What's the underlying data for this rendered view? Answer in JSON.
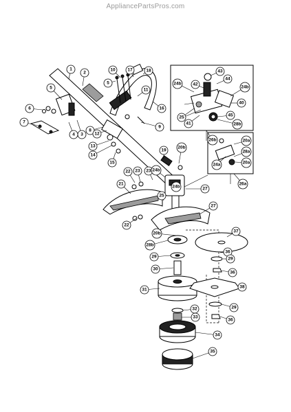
{
  "watermark": "AppliancePartsPros.com",
  "callouts": [
    {
      "label": "1"
    },
    {
      "label": "2"
    },
    {
      "label": "3"
    },
    {
      "label": "4"
    },
    {
      "label": "5"
    },
    {
      "label": "5"
    },
    {
      "label": "6"
    },
    {
      "label": "7"
    },
    {
      "label": "8"
    },
    {
      "label": "9"
    },
    {
      "label": "10"
    },
    {
      "label": "11"
    },
    {
      "label": "12"
    },
    {
      "label": "13"
    },
    {
      "label": "14"
    },
    {
      "label": "15"
    },
    {
      "label": "16"
    },
    {
      "label": "17"
    },
    {
      "label": "18"
    },
    {
      "label": "19"
    },
    {
      "label": "20b"
    },
    {
      "label": "21"
    },
    {
      "label": "22"
    },
    {
      "label": "22"
    },
    {
      "label": "23"
    },
    {
      "label": "24b"
    },
    {
      "label": "25"
    },
    {
      "label": "27"
    },
    {
      "label": "27"
    },
    {
      "label": "28b"
    },
    {
      "label": "20b"
    },
    {
      "label": "29"
    },
    {
      "label": "30"
    },
    {
      "label": "31"
    },
    {
      "label": "32"
    },
    {
      "label": "33"
    },
    {
      "label": "34"
    },
    {
      "label": "35"
    },
    {
      "label": "36"
    },
    {
      "label": "37"
    },
    {
      "label": "38"
    },
    {
      "label": "29"
    },
    {
      "label": "36"
    },
    {
      "label": "29"
    },
    {
      "label": "36"
    },
    {
      "label": "26b"
    },
    {
      "label": "24b"
    },
    {
      "label": "42"
    },
    {
      "label": "43"
    },
    {
      "label": "44"
    },
    {
      "label": "24b"
    },
    {
      "label": "40"
    },
    {
      "label": "45"
    },
    {
      "label": "28b"
    },
    {
      "label": "41"
    },
    {
      "label": "25"
    },
    {
      "label": "26a"
    },
    {
      "label": "20a"
    },
    {
      "label": "28a"
    },
    {
      "label": "24a"
    },
    {
      "label": "20a"
    },
    {
      "label": "23"
    },
    {
      "label": "24b"
    }
  ]
}
